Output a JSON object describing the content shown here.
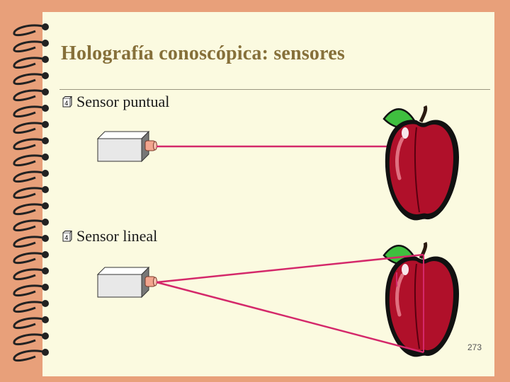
{
  "slide": {
    "title": "Holografía conoscópica: sensores",
    "page_number": "273",
    "bullet_icon": "numbered-box-icon",
    "items": [
      {
        "label": "Sensor puntual",
        "diagram": "point-sensor-single-beam-to-apple"
      },
      {
        "label": "Sensor lineal",
        "diagram": "line-sensor-fan-beam-to-apple"
      }
    ]
  },
  "colors": {
    "background": "#E8A07A",
    "page": "#FBFAE0",
    "title": "#86703A",
    "beam": "#D4286A",
    "apple": "#B0102A",
    "leaf": "#3FBF3F"
  }
}
